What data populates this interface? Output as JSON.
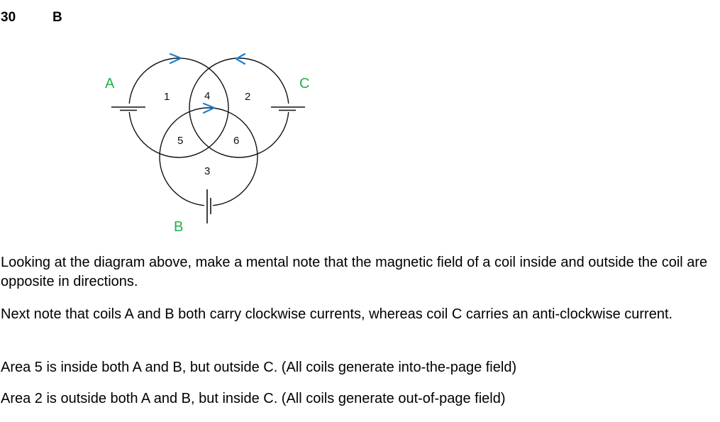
{
  "header": {
    "question_number": "30",
    "answer": "B"
  },
  "diagram": {
    "colors": {
      "arrow": "#1a7fd1",
      "coil_label": "#1fb14a",
      "line": "#111111"
    },
    "coils": [
      {
        "label": "A",
        "current": "clockwise"
      },
      {
        "label": "B",
        "current": "clockwise"
      },
      {
        "label": "C",
        "current": "anti-clockwise"
      }
    ],
    "regions": [
      "1",
      "2",
      "3",
      "4",
      "5",
      "6"
    ]
  },
  "paragraphs": [
    "Looking at the diagram above, make a mental note that the magnetic field of a coil inside and outside the coil are opposite in directions.",
    "Next note that coils A and B both carry clockwise currents, whereas coil C carries an anti-clockwise current.",
    "Area 5 is inside both A and B, but outside C. (All coils generate into-the-page field)",
    "Area 2 is outside both A and B, but inside C. (All coils generate out-of-page field)"
  ]
}
